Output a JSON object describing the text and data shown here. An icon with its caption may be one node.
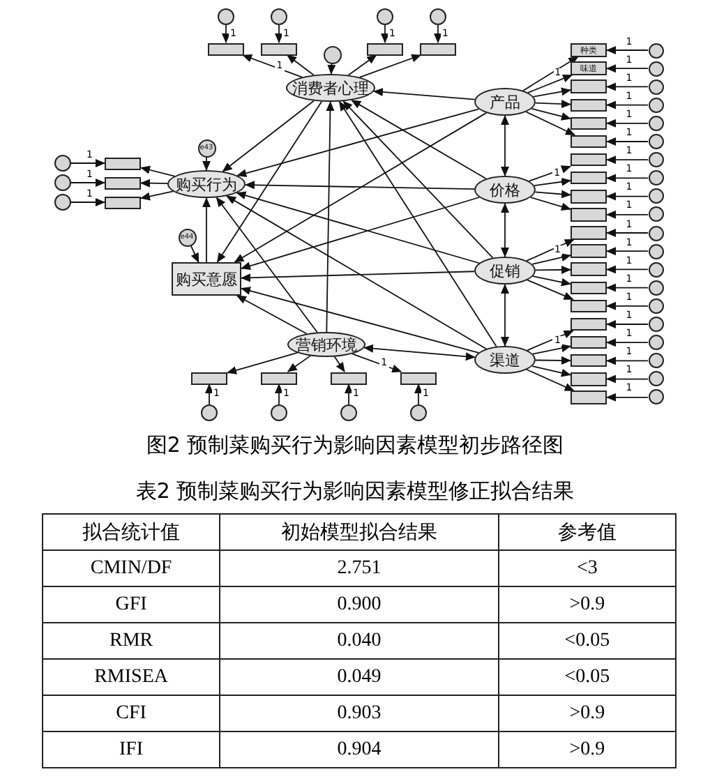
{
  "diagram": {
    "caption": "图2 预制菜购买行为影响因素模型初步路径图",
    "nodes": [
      {
        "text": [
          "消费者心理"
        ]
      },
      {
        "text": [
          "购买行为"
        ]
      },
      {
        "text": [
          "购买意愿"
        ]
      },
      {
        "text": [
          "营销环境"
        ]
      },
      {
        "text": [
          "产品"
        ]
      },
      {
        "text": [
          "价格"
        ]
      },
      {
        "text": [
          "促销"
        ]
      },
      {
        "text": [
          "渠道"
        ]
      },
      {
        "text": [
          "e43"
        ]
      },
      {
        "text": [
          "e44"
        ]
      },
      {
        "text": [],
        "shape": "circle"
      },
      {
        "text": [],
        "shape": "box"
      },
      {
        "text": [],
        "shape": "box"
      },
      {
        "text": [],
        "shape": "box"
      },
      {
        "text": [],
        "shape": "box"
      },
      {
        "text": [],
        "shape": "box"
      },
      {
        "text": [],
        "shape": "box"
      },
      {
        "text": [],
        "shape": "box"
      },
      {
        "text": [],
        "shape": "box"
      },
      {
        "text": [],
        "shape": "box"
      },
      {
        "text": [],
        "shape": "box"
      },
      {
        "text": [],
        "shape": "box"
      },
      {
        "text": [
          "种类"
        ]
      },
      {
        "text": [
          "味道"
        ]
      },
      {
        "text": [],
        "shape": "box"
      },
      {
        "text": [],
        "shape": "box"
      },
      {
        "text": [],
        "shape": "box"
      },
      {
        "text": [],
        "shape": "box"
      },
      {
        "text": [],
        "shape": "box"
      },
      {
        "text": [],
        "shape": "box"
      },
      {
        "text": [],
        "shape": "box"
      },
      {
        "text": [],
        "shape": "box"
      },
      {
        "text": [],
        "shape": "box"
      },
      {
        "text": [],
        "shape": "box"
      },
      {
        "text": [],
        "shape": "box"
      },
      {
        "text": [],
        "shape": "box"
      },
      {
        "text": [],
        "shape": "box"
      },
      {
        "text": [],
        "shape": "box"
      },
      {
        "text": [],
        "shape": "box"
      },
      {
        "text": [],
        "shape": "box"
      },
      {
        "text": [],
        "shape": "box"
      },
      {
        "text": [],
        "shape": "box"
      },
      {
        "text": [],
        "shape": "circle"
      },
      {
        "text": [],
        "shape": "circle"
      },
      {
        "text": [],
        "shape": "circle"
      },
      {
        "text": [],
        "shape": "circle"
      },
      {
        "text": [],
        "shape": "circle"
      },
      {
        "text": [],
        "shape": "circle"
      },
      {
        "text": [],
        "shape": "circle"
      },
      {
        "text": [],
        "shape": "circle"
      },
      {
        "text": [],
        "shape": "circle"
      },
      {
        "text": [],
        "shape": "circle"
      },
      {
        "text": [],
        "shape": "circle"
      },
      {
        "text": [],
        "shape": "circle"
      },
      {
        "text": [],
        "shape": "circle"
      },
      {
        "text": [],
        "shape": "circle"
      },
      {
        "text": [],
        "shape": "circle"
      },
      {
        "text": [],
        "shape": "circle"
      },
      {
        "text": [],
        "shape": "circle"
      },
      {
        "text": [],
        "shape": "circle"
      },
      {
        "text": [],
        "shape": "circle"
      },
      {
        "text": [],
        "shape": "circle"
      },
      {
        "text": [],
        "shape": "circle"
      },
      {
        "text": [],
        "shape": "circle"
      },
      {
        "text": [],
        "shape": "circle"
      },
      {
        "text": [],
        "shape": "circle"
      },
      {
        "text": [],
        "shape": "circle"
      },
      {
        "text": [],
        "shape": "circle"
      },
      {
        "text": [],
        "shape": "circle"
      },
      {
        "text": [],
        "shape": "circle"
      },
      {
        "text": [],
        "shape": "circle"
      },
      {
        "text": [],
        "shape": "circle"
      },
      {
        "text": [],
        "shape": "circle"
      }
    ],
    "edges": [
      {
        "from": 0,
        "to": 11,
        "arrow": "to",
        "label": "1"
      },
      {
        "from": 0,
        "to": 12,
        "arrow": "to"
      },
      {
        "from": 0,
        "to": 13,
        "arrow": "to"
      },
      {
        "from": 0,
        "to": 14,
        "arrow": "to"
      },
      {
        "from": 1,
        "to": 15,
        "arrow": "to"
      },
      {
        "from": 1,
        "to": 16,
        "arrow": "to"
      },
      {
        "from": 1,
        "to": 17,
        "arrow": "to"
      },
      {
        "from": 3,
        "to": 18,
        "arrow": "to"
      },
      {
        "from": 3,
        "to": 19,
        "arrow": "to"
      },
      {
        "from": 3,
        "to": 20,
        "arrow": "to"
      },
      {
        "from": 3,
        "to": 21,
        "arrow": "to",
        "label": "1"
      },
      {
        "from": 4,
        "to": 22,
        "arrow": "to",
        "label": "1"
      },
      {
        "from": 4,
        "to": 23,
        "arrow": "to"
      },
      {
        "from": 4,
        "to": 24,
        "arrow": "to"
      },
      {
        "from": 4,
        "to": 25,
        "arrow": "to"
      },
      {
        "from": 4,
        "to": 26,
        "arrow": "to"
      },
      {
        "from": 4,
        "to": 27,
        "arrow": "to"
      },
      {
        "from": 5,
        "to": 28,
        "arrow": "to",
        "label": "1"
      },
      {
        "from": 5,
        "to": 29,
        "arrow": "to"
      },
      {
        "from": 5,
        "to": 30,
        "arrow": "to"
      },
      {
        "from": 5,
        "to": 31,
        "arrow": "to"
      },
      {
        "from": 6,
        "to": 32,
        "arrow": "to",
        "label": "1"
      },
      {
        "from": 6,
        "to": 33,
        "arrow": "to"
      },
      {
        "from": 6,
        "to": 34,
        "arrow": "to"
      },
      {
        "from": 6,
        "to": 35,
        "arrow": "to"
      },
      {
        "from": 6,
        "to": 36,
        "arrow": "to"
      },
      {
        "from": 7,
        "to": 37,
        "arrow": "to",
        "label": "1"
      },
      {
        "from": 7,
        "to": 38,
        "arrow": "to"
      },
      {
        "from": 7,
        "to": 39,
        "arrow": "to"
      },
      {
        "from": 7,
        "to": 40,
        "arrow": "to"
      },
      {
        "from": 7,
        "to": 41,
        "arrow": "to"
      },
      {
        "from": 42,
        "to": 11,
        "arrow": "to",
        "label": "1"
      },
      {
        "from": 43,
        "to": 12,
        "arrow": "to",
        "label": "1"
      },
      {
        "from": 44,
        "to": 13,
        "arrow": "to",
        "label": "1"
      },
      {
        "from": 45,
        "to": 14,
        "arrow": "to",
        "label": "1"
      },
      {
        "from": 46,
        "to": 15,
        "arrow": "to",
        "label": "1"
      },
      {
        "from": 47,
        "to": 16,
        "arrow": "to",
        "label": "1"
      },
      {
        "from": 48,
        "to": 17,
        "arrow": "to",
        "label": "1"
      },
      {
        "from": 49,
        "to": 18,
        "arrow": "to",
        "label": "1"
      },
      {
        "from": 50,
        "to": 19,
        "arrow": "to",
        "label": "1"
      },
      {
        "from": 51,
        "to": 20,
        "arrow": "to",
        "label": "1"
      },
      {
        "from": 52,
        "to": 21,
        "arrow": "to",
        "label": "1"
      },
      {
        "from": 53,
        "to": 22,
        "arrow": "to",
        "label": "1"
      },
      {
        "from": 54,
        "to": 23,
        "arrow": "to",
        "label": "1"
      },
      {
        "from": 55,
        "to": 24,
        "arrow": "to",
        "label": "1"
      },
      {
        "from": 56,
        "to": 25,
        "arrow": "to",
        "label": "1"
      },
      {
        "from": 57,
        "to": 26,
        "arrow": "to",
        "label": "1"
      },
      {
        "from": 58,
        "to": 27,
        "arrow": "to",
        "label": "1"
      },
      {
        "from": 59,
        "to": 28,
        "arrow": "to",
        "label": "1"
      },
      {
        "from": 60,
        "to": 29,
        "arrow": "to",
        "label": "1"
      },
      {
        "from": 61,
        "to": 30,
        "arrow": "to",
        "label": "1"
      },
      {
        "from": 62,
        "to": 31,
        "arrow": "to",
        "label": "1"
      },
      {
        "from": 63,
        "to": 32,
        "arrow": "to",
        "label": "1"
      },
      {
        "from": 64,
        "to": 33,
        "arrow": "to",
        "label": "1"
      },
      {
        "from": 65,
        "to": 34,
        "arrow": "to",
        "label": "1"
      },
      {
        "from": 66,
        "to": 35,
        "arrow": "to",
        "label": "1"
      },
      {
        "from": 67,
        "to": 36,
        "arrow": "to",
        "label": "1"
      },
      {
        "from": 68,
        "to": 37,
        "arrow": "to",
        "label": "1"
      },
      {
        "from": 69,
        "to": 38,
        "arrow": "to",
        "label": "1"
      },
      {
        "from": 70,
        "to": 39,
        "arrow": "to",
        "label": "1"
      },
      {
        "from": 71,
        "to": 40,
        "arrow": "to",
        "label": "1"
      },
      {
        "from": 72,
        "to": 41,
        "arrow": "to",
        "label": "1"
      },
      {
        "from": 8,
        "to": 1,
        "arrow": "to"
      },
      {
        "from": 9,
        "to": 2,
        "arrow": "to"
      },
      {
        "from": 10,
        "to": 0,
        "arrow": "to"
      },
      {
        "from": 4,
        "to": 0,
        "arrow": "to"
      },
      {
        "from": 5,
        "to": 0,
        "arrow": "to"
      },
      {
        "from": 6,
        "to": 0,
        "arrow": "to"
      },
      {
        "from": 7,
        "to": 0,
        "arrow": "to"
      },
      {
        "from": 3,
        "to": 0,
        "arrow": "to"
      },
      {
        "from": 0,
        "to": 1,
        "arrow": "to"
      },
      {
        "from": 0,
        "to": 2,
        "arrow": "to"
      },
      {
        "from": 4,
        "to": 1,
        "arrow": "to"
      },
      {
        "from": 5,
        "to": 1,
        "arrow": "to"
      },
      {
        "from": 6,
        "to": 1,
        "arrow": "to"
      },
      {
        "from": 7,
        "to": 1,
        "arrow": "to"
      },
      {
        "from": 3,
        "to": 1,
        "arrow": "to"
      },
      {
        "from": 4,
        "to": 2,
        "arrow": "to"
      },
      {
        "from": 5,
        "to": 2,
        "arrow": "to"
      },
      {
        "from": 6,
        "to": 2,
        "arrow": "to"
      },
      {
        "from": 7,
        "to": 2,
        "arrow": "to"
      },
      {
        "from": 3,
        "to": 2,
        "arrow": "to"
      },
      {
        "from": 2,
        "to": 1,
        "arrow": "to"
      },
      {
        "from": 4,
        "to": 5,
        "arrow": "both"
      },
      {
        "from": 5,
        "to": 6,
        "arrow": "both"
      },
      {
        "from": 6,
        "to": 7,
        "arrow": "both"
      },
      {
        "from": 3,
        "to": 7,
        "arrow": "both"
      }
    ],
    "labels": [
      "表2 预制菜购买行为影响因素模型修正拟合结果",
      "拟合统计值",
      "初始模型拟合结果",
      "参考值",
      "CMIN/DF",
      "2.751",
      "<3",
      "GFI",
      "0.900",
      ">0.9",
      "RMR",
      "0.040",
      "<0.05",
      "RMISEA",
      "0.049",
      "<0.05",
      "CFI",
      "0.903",
      ">0.9",
      "IFI",
      "0.904",
      ">0.9"
    ]
  }
}
